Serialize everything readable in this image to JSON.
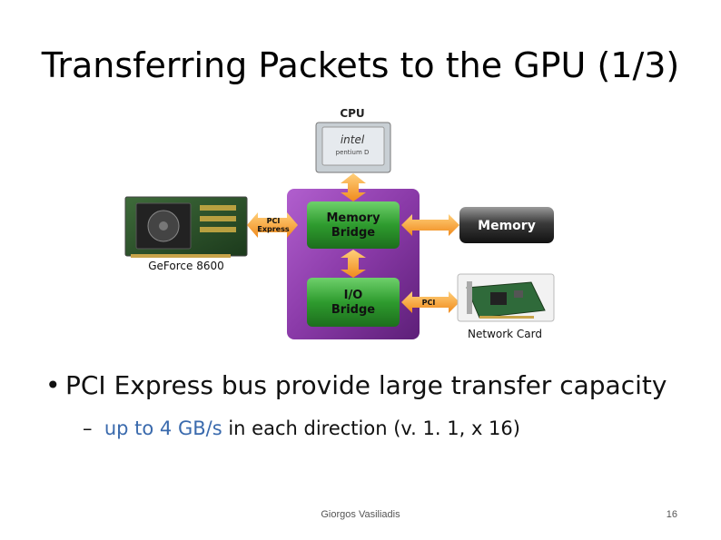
{
  "slide": {
    "title": "Transferring Packets to the GPU (1/3)",
    "bullet1": "PCI Express bus provide large transfer capacity",
    "bullet2_dash": "–",
    "bullet2_highlight": "up to 4 GB/s",
    "bullet2_rest": " in each direction (v. 1. 1, x 16)",
    "footer_author": "Giorgos Vasiliadis",
    "page_number": "16"
  },
  "diagram": {
    "cpu_label": "CPU",
    "cpu_chip_text": "intel",
    "cpu_chip_sub": "pentium D",
    "gpu_label": "GeForce 8600",
    "memory_bridge_label_1": "Memory",
    "memory_bridge_label_2": "Bridge",
    "io_bridge_label_1": "I/O",
    "io_bridge_label_2": "Bridge",
    "pci_express_label_1": "PCI",
    "pci_express_label_2": "Express",
    "memory_label": "Memory",
    "pci_label": "PCI",
    "network_card_label": "Network Card",
    "colors": {
      "bridge_purple": "#8a3aa8",
      "bridge_green": "#2e8a2e",
      "arrow_orange": "#f4a63c"
    }
  }
}
